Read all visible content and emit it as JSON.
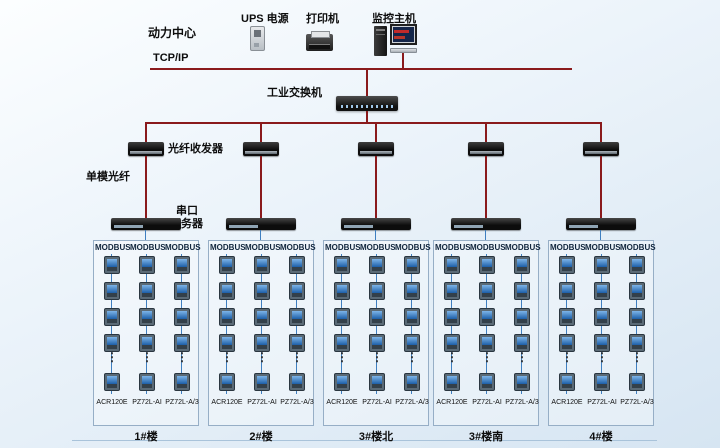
{
  "header": {
    "power_center_label": "动力中心",
    "ups_label": "UPS 电源",
    "printer_label": "打印机",
    "host_label": "监控主机",
    "tcpip_label": "TCP/IP",
    "switch_label": "工业交换机"
  },
  "left_labels": {
    "fiber_transceiver": "光纤收发器",
    "single_mode_fiber": "单模光纤",
    "serial_server_line1": "串口",
    "serial_server_line2": "服务器"
  },
  "network": {
    "protocol_label": "MODBUS",
    "meter_models": [
      "ACR120E",
      "PZ72L-AI",
      "PZ72L-A/3"
    ],
    "ellipsis": "⋮",
    "visible_meters_per_column": 5,
    "groups": [
      {
        "building_label": "1#楼"
      },
      {
        "building_label": "2#楼"
      },
      {
        "building_label": "3#楼北"
      },
      {
        "building_label": "3#楼南"
      },
      {
        "building_label": "4#楼"
      }
    ]
  },
  "colors": {
    "bus_line": "#8a1a1c",
    "modbus_line": "#3f7fc0",
    "group_border": "#96aec6"
  }
}
